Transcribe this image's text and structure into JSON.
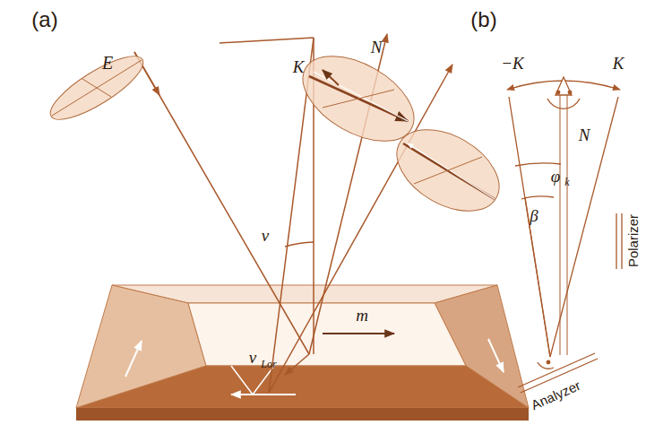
{
  "diagram": {
    "labels": [
      "(a)",
      "(b)",
      "E",
      "K",
      "N",
      "v",
      "v",
      "Lor",
      "m",
      "−K",
      "K",
      "N",
      "φ",
      "k",
      "β",
      "Polarizer",
      "Analyzer"
    ]
  }
}
